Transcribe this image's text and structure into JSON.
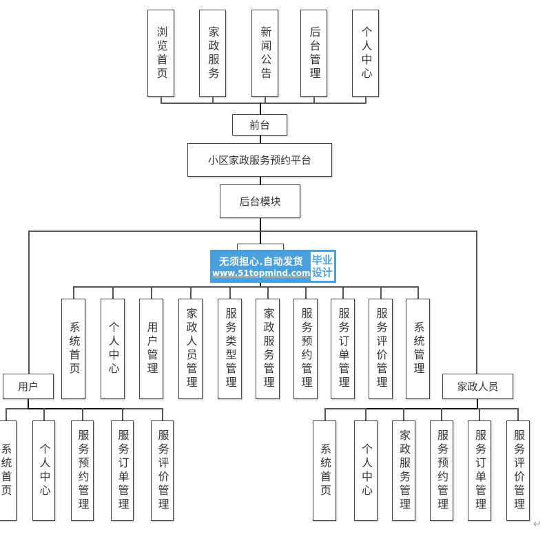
{
  "frontend": {
    "items": [
      {
        "label": "浏览首页"
      },
      {
        "label": "家政服务"
      },
      {
        "label": "新闻公告"
      },
      {
        "label": "后台管理"
      },
      {
        "label": "个人中心"
      }
    ],
    "label": "前台"
  },
  "platform": {
    "label": "小区家政服务预约平台"
  },
  "backend": {
    "label": "后台模块",
    "admin_items": [
      {
        "label": "系统首页"
      },
      {
        "label": "个人中心"
      },
      {
        "label": "用户管理"
      },
      {
        "label": "家政人员管理"
      },
      {
        "label": "服务类型管理"
      },
      {
        "label": "家政服务管理"
      },
      {
        "label": "服务预约管理"
      },
      {
        "label": "服务订单管理"
      },
      {
        "label": "服务评价管理"
      },
      {
        "label": "系统管理"
      }
    ]
  },
  "user": {
    "label": "用户",
    "items": [
      {
        "label": "系统首页"
      },
      {
        "label": "个人中心"
      },
      {
        "label": "服务预约管理"
      },
      {
        "label": "服务订单管理"
      },
      {
        "label": "服务评价管理"
      }
    ]
  },
  "staff": {
    "label": "家政人员",
    "items": [
      {
        "label": "系统首页"
      },
      {
        "label": "个人中心"
      },
      {
        "label": "家政服务管理"
      },
      {
        "label": "服务预约管理"
      },
      {
        "label": "服务订单管理"
      },
      {
        "label": "服务评价管理"
      }
    ]
  },
  "watermark": {
    "line1": "无须担心.自动发货",
    "line2": "www.51topmind.com",
    "badge_line1": "毕业",
    "badge_line2": "设计"
  },
  "colors": {
    "watermark_bg": "#4aa0dc",
    "line": "#555555"
  }
}
